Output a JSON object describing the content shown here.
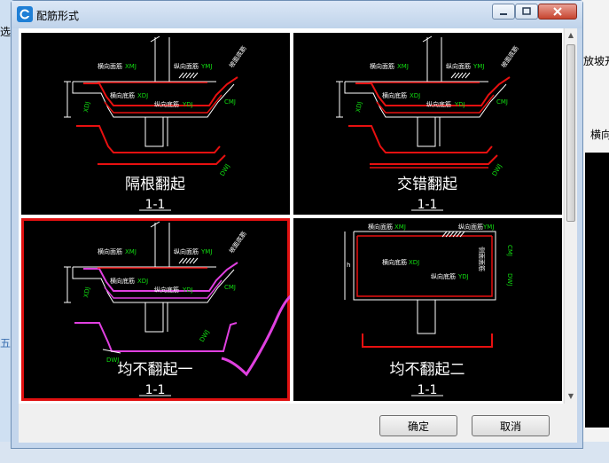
{
  "dialog": {
    "title": "配筋形式",
    "ok_label": "确定",
    "cancel_label": "取消"
  },
  "background": {
    "right_texts": [
      "放坡开",
      "横向"
    ],
    "left_texts": [
      "选择",
      "五"
    ]
  },
  "panels": [
    {
      "title": "隔根翻起",
      "section": "1-1",
      "selected": false,
      "labels": {
        "top_bar": "横向面筋",
        "top_bar_code": "XMJ",
        "long_top": "纵向面筋",
        "long_top_code": "YMJ",
        "bot_bar": "横向底筋",
        "bot_bar_code": "XDJ",
        "long_bot": "纵向底筋",
        "long_bot_code": "YDJ",
        "slope_bar": "坡面底筋",
        "code_1": "CMJ",
        "code_2": "DWJ",
        "code_3": "XDJ"
      }
    },
    {
      "title": "交错翻起",
      "section": "1-1",
      "selected": false,
      "labels": {
        "top_bar": "横向面筋",
        "top_bar_code": "XMJ",
        "long_top": "纵向面筋",
        "long_top_code": "YMJ",
        "bot_bar": "横向底筋",
        "bot_bar_code": "XDJ",
        "long_bot": "纵向底筋",
        "long_bot_code": "YDJ",
        "slope_bar": "坡面底筋",
        "code_1": "CMJ",
        "code_2": "DWJ",
        "code_3": "XDJ"
      }
    },
    {
      "title": "均不翻起一",
      "section": "1-1",
      "selected": true,
      "labels": {
        "top_bar": "横向面筋",
        "top_bar_code": "XMJ",
        "long_top": "纵向面筋",
        "long_top_code": "YMJ",
        "bot_bar": "横向底筋",
        "bot_bar_code": "XDJ",
        "long_bot": "纵向底筋",
        "long_bot_code": "YDJ",
        "slope_bar": "坡面底筋",
        "code_1": "CMJ",
        "code_2": "DWJ",
        "code_3": "XDJ"
      }
    },
    {
      "title": "均不翻起二",
      "section": "1-1",
      "selected": false,
      "labels": {
        "top_bar": "横向面筋",
        "top_bar_code": "XMJ",
        "long_top": "纵向面筋",
        "long_top_code": "YMJ",
        "bot_bar": "横向底筋",
        "bot_bar_code": "XDJ",
        "long_bot": "纵向底筋",
        "long_bot_code": "YDJ",
        "slope_bar": "侧面面筋",
        "code_1": "CMJ",
        "code_2": "DWJ",
        "code_3": "XDJ"
      }
    }
  ],
  "colors": {
    "rebar": "#e81010",
    "line": "#ffffff",
    "label": "#ffffff",
    "code": "#11dd11",
    "highlight": "#e040e0",
    "selection": "#e01010"
  }
}
